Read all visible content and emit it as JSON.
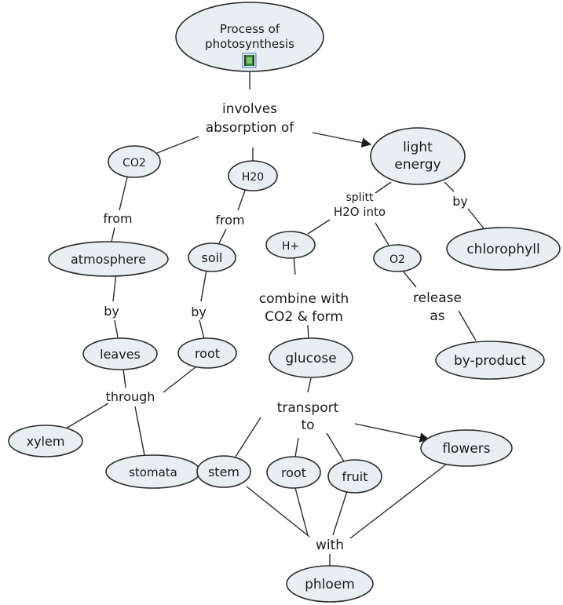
{
  "concepts": {
    "process": [
      "Process of",
      "photosynthesis"
    ],
    "co2": "CO2",
    "h20": "H20",
    "light_energy": [
      "light",
      "energy"
    ],
    "chlorophyll": "chlorophyll",
    "atmosphere": "atmosphere",
    "soil": "soil",
    "h_plus": "H+",
    "o2": "O2",
    "leaves": "leaves",
    "root_top": "root",
    "glucose": "glucose",
    "by_product": "by-product",
    "xylem": "xylem",
    "stomata": "stomata",
    "stem": "stem",
    "root_bottom": "root",
    "fruit": "fruit",
    "flowers": "flowers",
    "phloem": "phloem"
  },
  "linking_phrases": {
    "involves": [
      "involves",
      "absorption of"
    ],
    "from_co2": "from",
    "from_h20": "from",
    "splitt": [
      "splitt",
      "H2O into"
    ],
    "by_chlorophyll": "by",
    "by_leaves": "by",
    "by_root": "by",
    "combine": [
      "combine with",
      "CO2 & form"
    ],
    "release": [
      "release",
      "as"
    ],
    "through": "through",
    "transport": [
      "transport",
      "to"
    ],
    "with": "with"
  },
  "colors": {
    "node_fill": "#e7eff3",
    "node_stroke": "#2b2b2b",
    "text": "#1a1a1a"
  },
  "icons": {
    "process_attachment": "video-file-icon"
  }
}
